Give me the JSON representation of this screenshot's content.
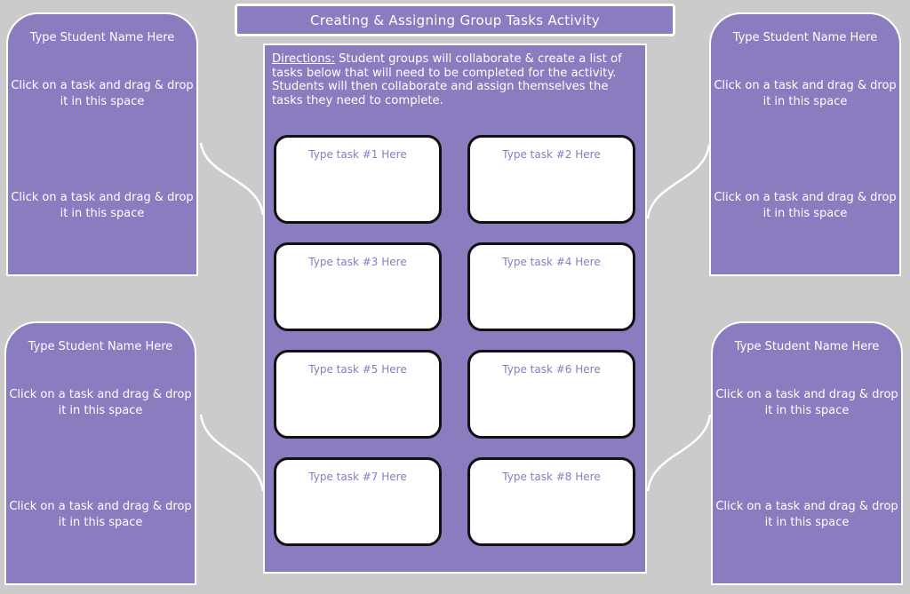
{
  "title": "Creating & Assigning Group Tasks Activity",
  "directions": {
    "label": "Directions:",
    "text": " Student groups will collaborate & create a list of tasks below that will need to be completed for the activity. Students will then collaborate and assign themselves the tasks they need to complete."
  },
  "tasks": [
    {
      "label": "Type task #1 Here"
    },
    {
      "label": "Type task #2 Here"
    },
    {
      "label": "Type task #3 Here"
    },
    {
      "label": "Type task #4 Here"
    },
    {
      "label": "Type task #5 Here"
    },
    {
      "label": "Type task #6 Here"
    },
    {
      "label": "Type task #7 Here"
    },
    {
      "label": "Type task #8 Here"
    }
  ],
  "students": [
    {
      "name": "Type Student Name Here",
      "drop1": "Click on a task and drag & drop it in this space",
      "drop2": "Click on a task and drag & drop it in this space"
    },
    {
      "name": "Type Student Name Here",
      "drop1": "Click on a task and drag & drop it in this space",
      "drop2": "Click on a task and drag & drop it in this space"
    },
    {
      "name": "Type Student Name Here",
      "drop1": "Click on a task and drag & drop it in this space",
      "drop2": "Click on a task and drag & drop it in this space"
    },
    {
      "name": "Type Student Name Here",
      "drop1": "Click on a task and drag & drop it in this space",
      "drop2": "Click on a task and drag & drop it in this space"
    }
  ],
  "colors": {
    "background": "#cbcbcb",
    "purple": "#8b7bbf",
    "white": "#ffffff",
    "card_border": "#111111"
  }
}
